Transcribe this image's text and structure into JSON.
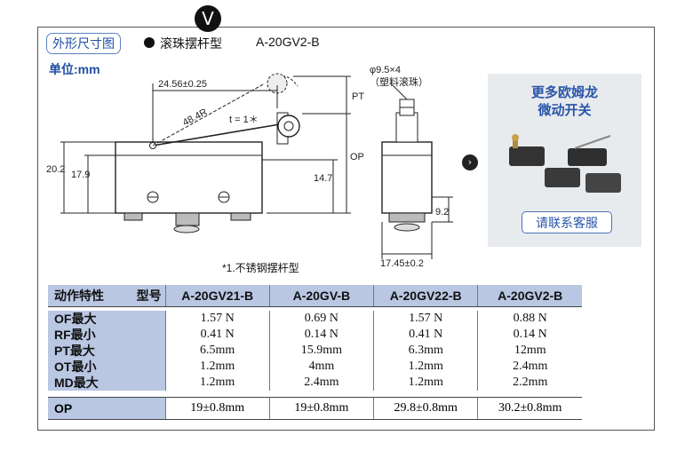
{
  "header": {
    "badge": "V",
    "section_title": "外形尺寸图",
    "type_label": "滚珠摆杆型",
    "model": "A-20GV2-B",
    "unit": "单位:mm"
  },
  "drawing": {
    "dim_width": "24.56±0.25",
    "dim_radius": "48.4R",
    "dim_thickness": "t = 1＊",
    "dim_pt": "PT",
    "dim_op": "OP",
    "dim_h1": "20.2",
    "dim_h2": "17.9",
    "dim_h3": "14.7",
    "roller_dia": "φ9.5×4",
    "roller_note": "（塑料滚珠）",
    "dim_side": "9.2",
    "dim_width2": "17.45±0.2",
    "footnote": "*1.不锈钢摆杆型"
  },
  "promo": {
    "title_line1": "更多欧姆龙",
    "title_line2": "微动开关",
    "button": "请联系客服"
  },
  "spec_table": {
    "header_label": "动作特性",
    "header_model": "型号",
    "columns": [
      "A-20GV21-B",
      "A-20GV-B",
      "A-20GV22-B",
      "A-20GV2-B"
    ],
    "row_labels": [
      "OF最大",
      "RF最小",
      "PT最大",
      "OT最小",
      "MD最大"
    ],
    "values": [
      [
        "1.57 N",
        "0.41 N",
        "6.5mm",
        "1.2mm",
        "1.2mm"
      ],
      [
        "0.69 N",
        "0.14 N",
        "15.9mm",
        "4mm",
        "2.4mm"
      ],
      [
        "1.57 N",
        "0.41 N",
        "6.3mm",
        "1.2mm",
        "1.2mm"
      ],
      [
        "0.88 N",
        "0.14 N",
        "12mm",
        "2.4mm",
        "2.2mm"
      ]
    ],
    "op_label": "OP",
    "op_values": [
      "19±0.8mm",
      "19±0.8mm",
      "29.8±0.8mm",
      "30.2±0.8mm"
    ]
  }
}
